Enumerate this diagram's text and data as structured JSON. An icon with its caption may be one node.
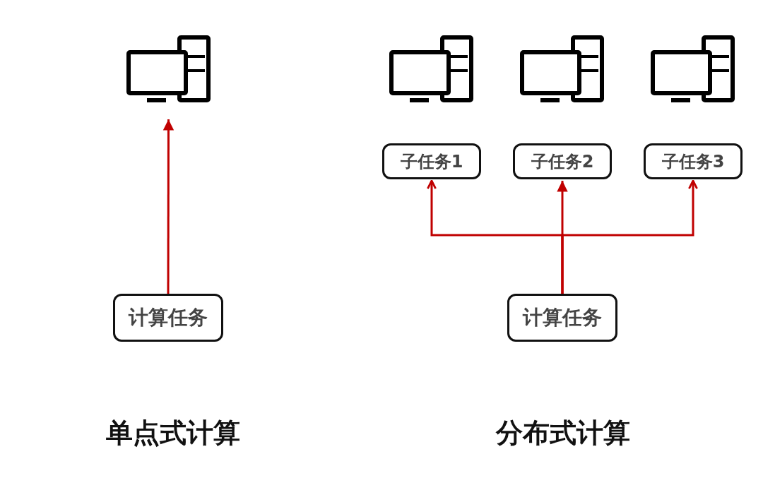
{
  "diagram": {
    "nodes": [
      {
        "text": [],
        "shape": "computer"
      },
      {
        "text": [],
        "shape": "computer"
      },
      {
        "text": [],
        "shape": "computer"
      },
      {
        "text": [],
        "shape": "computer"
      },
      {
        "text": [
          "子任务1"
        ]
      },
      {
        "text": [
          "子任务2"
        ]
      },
      {
        "text": [
          "子任务3"
        ]
      },
      {
        "text": [
          "计算任务"
        ]
      },
      {
        "text": [
          "计算任务"
        ]
      }
    ],
    "edges": [
      {
        "from": 7,
        "to": 0,
        "arrow": "to"
      },
      {
        "from": 8,
        "to": 4,
        "arrow": "to"
      },
      {
        "from": 8,
        "to": 5,
        "arrow": "to"
      },
      {
        "from": 8,
        "to": 6,
        "arrow": "to"
      }
    ],
    "labels": [
      "单点式计算",
      "分布式计算"
    ]
  }
}
